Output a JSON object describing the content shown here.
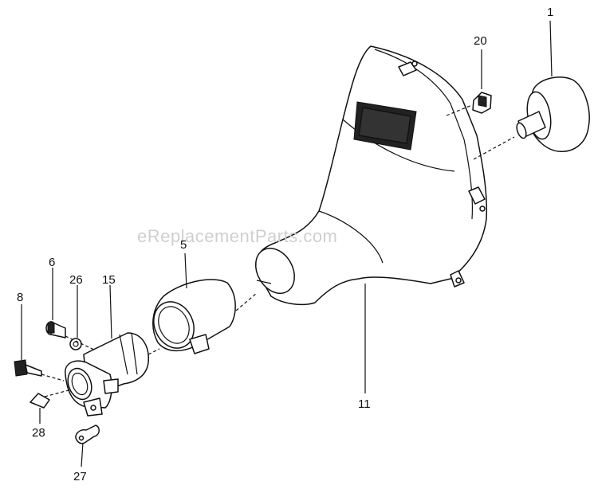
{
  "watermark": "eReplacementParts.com",
  "parts": [
    {
      "id": "1",
      "label": "1"
    },
    {
      "id": "20",
      "label": "20"
    },
    {
      "id": "5",
      "label": "5"
    },
    {
      "id": "6",
      "label": "6"
    },
    {
      "id": "26",
      "label": "26"
    },
    {
      "id": "15",
      "label": "15"
    },
    {
      "id": "8",
      "label": "8"
    },
    {
      "id": "11",
      "label": "11"
    },
    {
      "id": "28",
      "label": "28"
    },
    {
      "id": "27",
      "label": "27"
    }
  ]
}
